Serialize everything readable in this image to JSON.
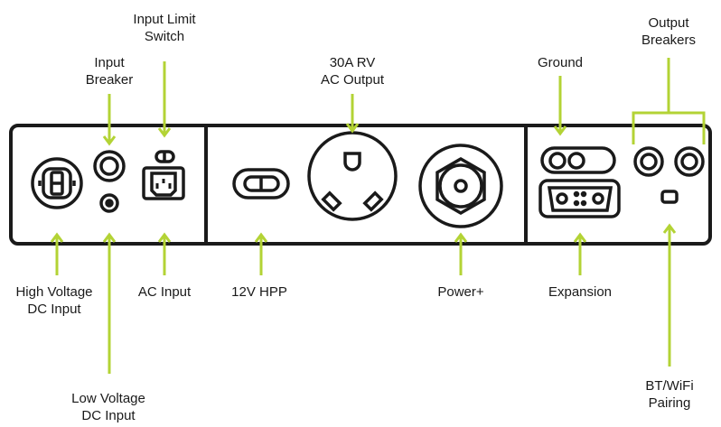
{
  "colors": {
    "accent": "#b3d335",
    "panel": "#1a1a1a",
    "background": "#ffffff"
  },
  "labels": {
    "input_limit_switch": "Input Limit\nSwitch",
    "input_breaker": "Input\nBreaker",
    "rv_output": "30A RV\nAC Output",
    "ground": "Ground",
    "output_breakers": "Output\nBreakers",
    "high_voltage_dc": "High Voltage\nDC Input",
    "low_voltage_dc": "Low Voltage\nDC Input",
    "ac_input": "AC Input",
    "hpp_12v": "12V HPP",
    "power_plus": "Power+",
    "expansion": "Expansion",
    "bt_wifi": "BT/WiFi\nPairing"
  },
  "icons": [
    "high-voltage-dc-port-icon",
    "input-breaker-icon",
    "low-voltage-dc-port-icon",
    "input-limit-switch-icon",
    "ac-input-socket-icon",
    "hpp-12v-port-icon",
    "rv-30a-outlet-icon",
    "power-plus-port-icon",
    "ground-terminal-icon",
    "expansion-port-icon",
    "output-breaker-icon",
    "bt-wifi-button-icon"
  ]
}
